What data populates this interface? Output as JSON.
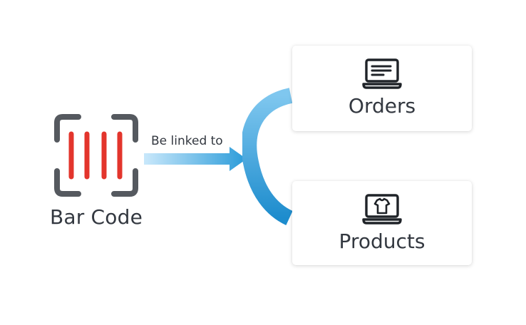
{
  "diagram": {
    "source": {
      "label": "Bar Code",
      "icon": "barcode-scan-icon"
    },
    "link": {
      "label": "Be linked to"
    },
    "targets": [
      {
        "label": "Orders",
        "icon": "order-laptop-icon"
      },
      {
        "label": "Products",
        "icon": "product-laptop-icon"
      }
    ]
  },
  "colors": {
    "text": "#333840",
    "icon_frame": "#55595f",
    "barcode_bars": "#e3352c",
    "arrow_start": "#c9e8fb",
    "arrow_end": "#2a9bd9",
    "arc_top": "#7fc7ef",
    "arc_bottom": "#1d8ccd"
  }
}
